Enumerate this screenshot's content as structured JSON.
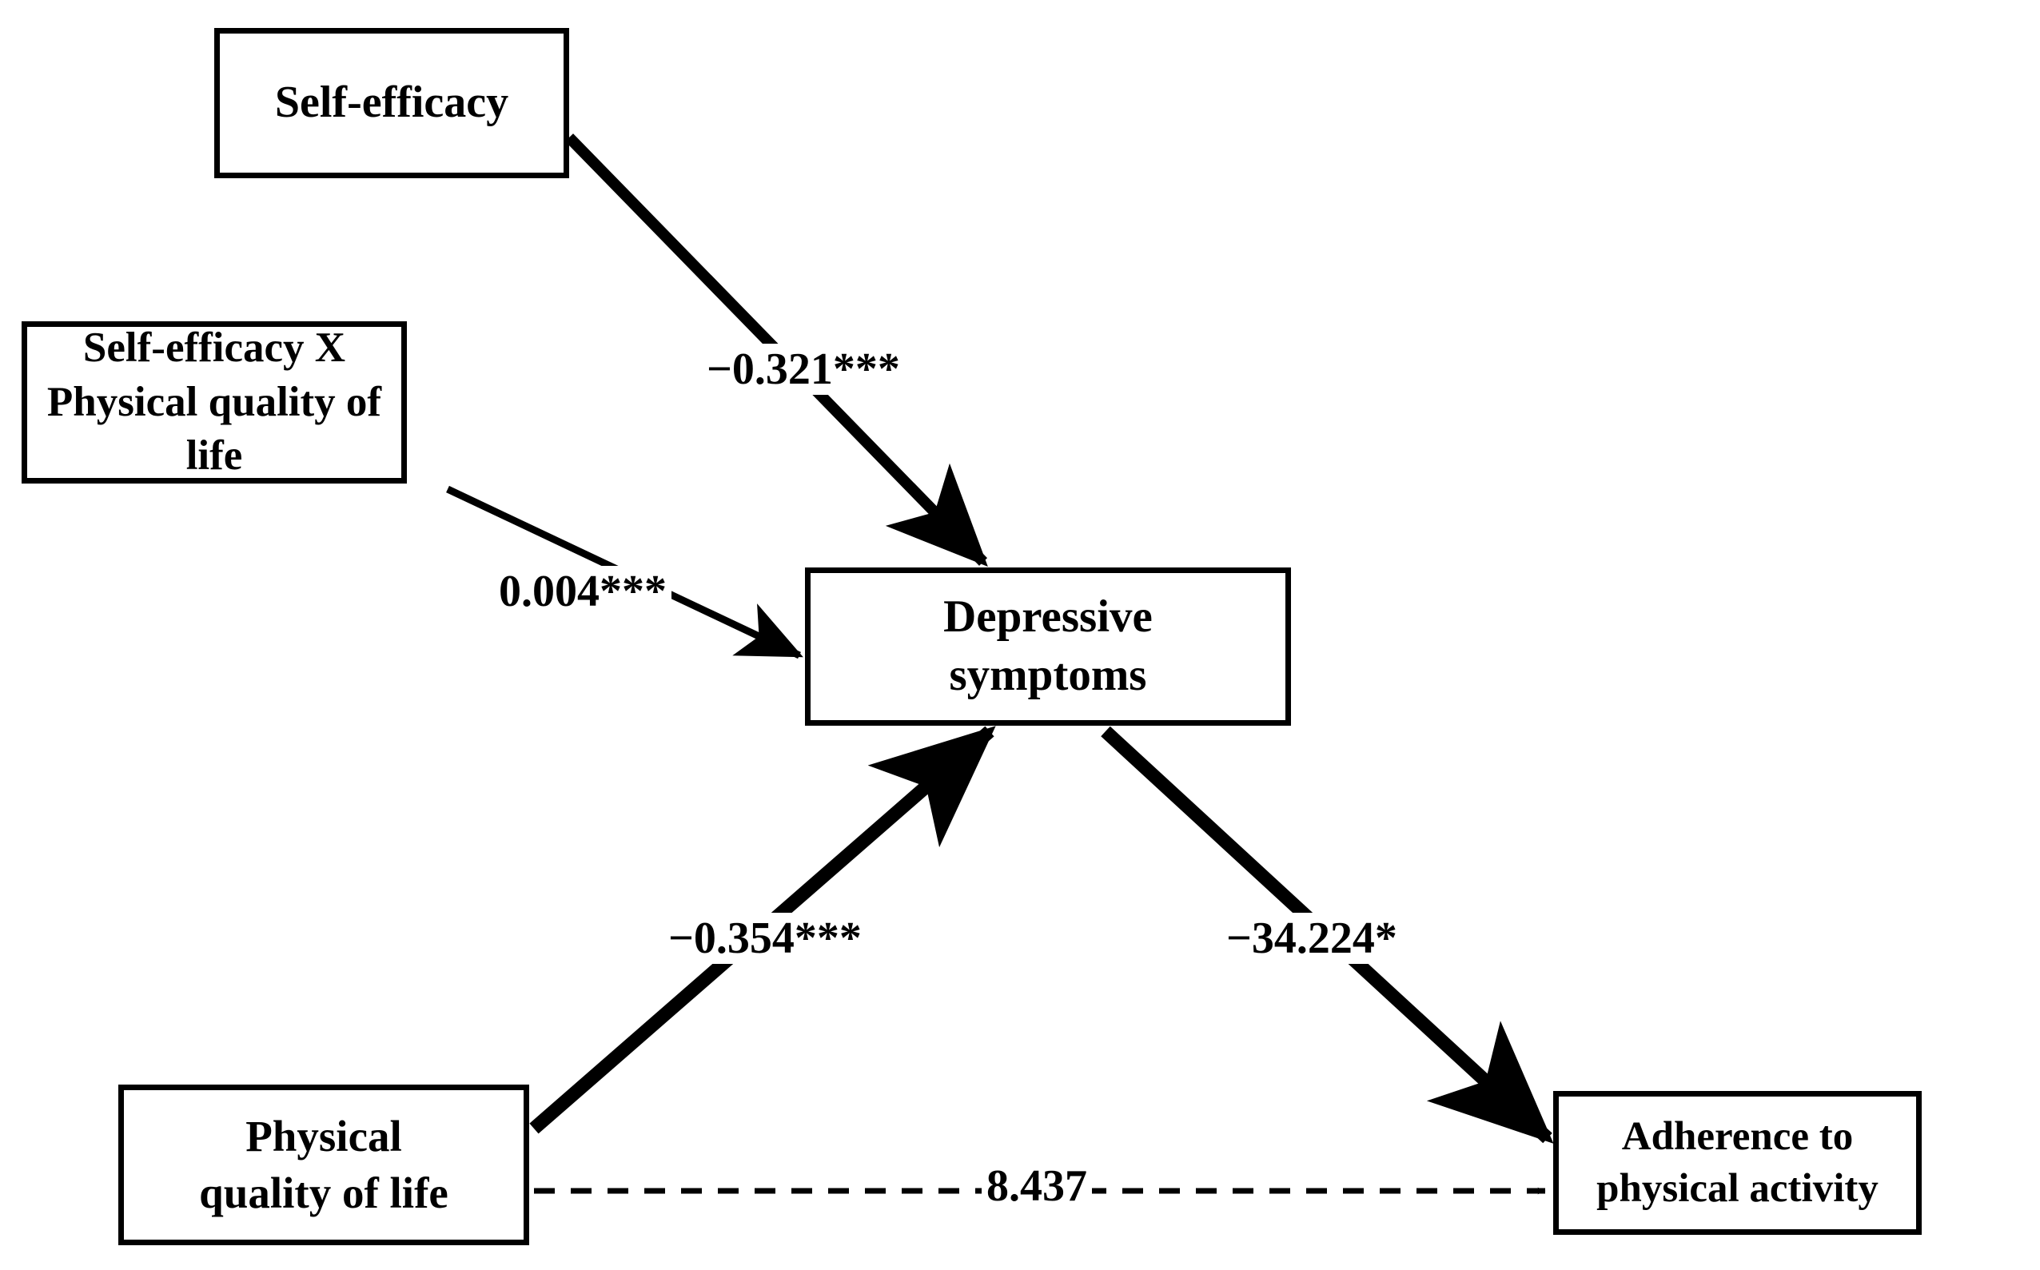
{
  "diagram": {
    "type": "path-analysis-model",
    "background_color": "#ffffff",
    "line_color": "#000000",
    "nodes": [
      {
        "id": "self_efficacy",
        "label": "Self-efficacy"
      },
      {
        "id": "interaction",
        "label": "Self-efficacy X\nPhysical quality of life"
      },
      {
        "id": "depressive",
        "label": "Depressive\nsymptoms"
      },
      {
        "id": "physical_qol",
        "label": "Physical\nquality of life"
      },
      {
        "id": "adherence",
        "label": "Adherence to\nphysical activity"
      }
    ],
    "edges": [
      {
        "id": "se_dep",
        "from": "self_efficacy",
        "to": "depressive",
        "coefficient": "−0.321***",
        "style": "solid",
        "arrow": true
      },
      {
        "id": "int_dep",
        "from": "interaction",
        "to": "depressive",
        "coefficient": "0.004***",
        "style": "solid",
        "arrow": true
      },
      {
        "id": "pqol_dep",
        "from": "physical_qol",
        "to": "depressive",
        "coefficient": "−0.354***",
        "style": "solid",
        "arrow": true
      },
      {
        "id": "dep_adh",
        "from": "depressive",
        "to": "adherence",
        "coefficient": "−34.224*",
        "style": "solid",
        "arrow": true
      },
      {
        "id": "pqol_adh",
        "from": "physical_qol",
        "to": "adherence",
        "coefficient": "8.437",
        "style": "dashed",
        "arrow": true
      }
    ]
  }
}
